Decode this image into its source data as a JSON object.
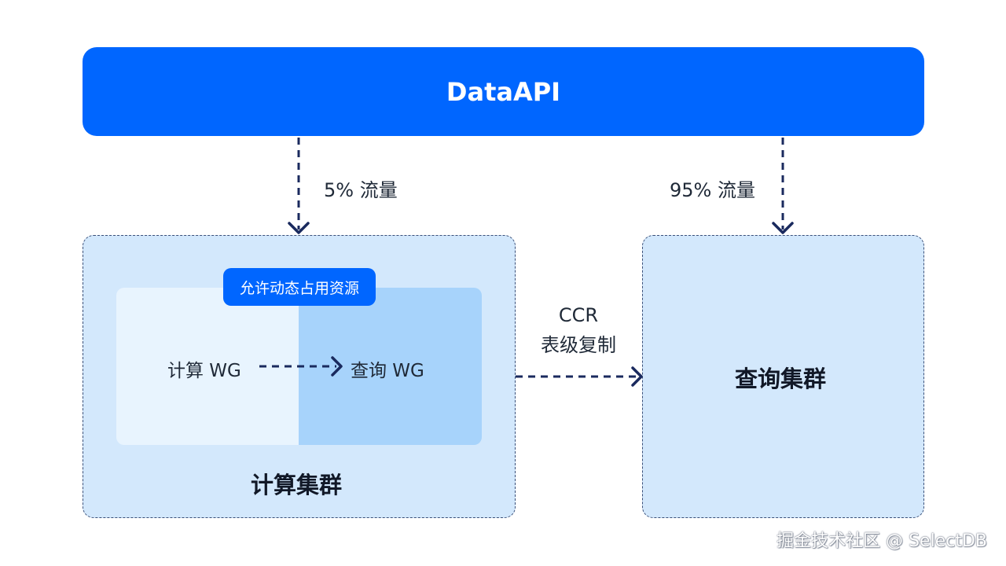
{
  "header": {
    "title": "DataAPI"
  },
  "flows": {
    "left_label": "5% 流量",
    "right_label": "95% 流量"
  },
  "compute_cluster": {
    "title": "计算集群",
    "badge": "允许动态占用资源",
    "compute_wg": "计算 WG",
    "query_wg": "查询 WG"
  },
  "replication": {
    "line1": "CCR",
    "line2": "表级复制"
  },
  "query_cluster": {
    "title": "查询集群"
  },
  "watermark": "掘金技术社区 @ SelectDB",
  "colors": {
    "primary": "#0066ff",
    "cluster_bg": "#d3e8fc",
    "wg_light": "#e8f4fe",
    "wg_dark": "#a7d3fb",
    "arrow": "#1a2a5e"
  }
}
